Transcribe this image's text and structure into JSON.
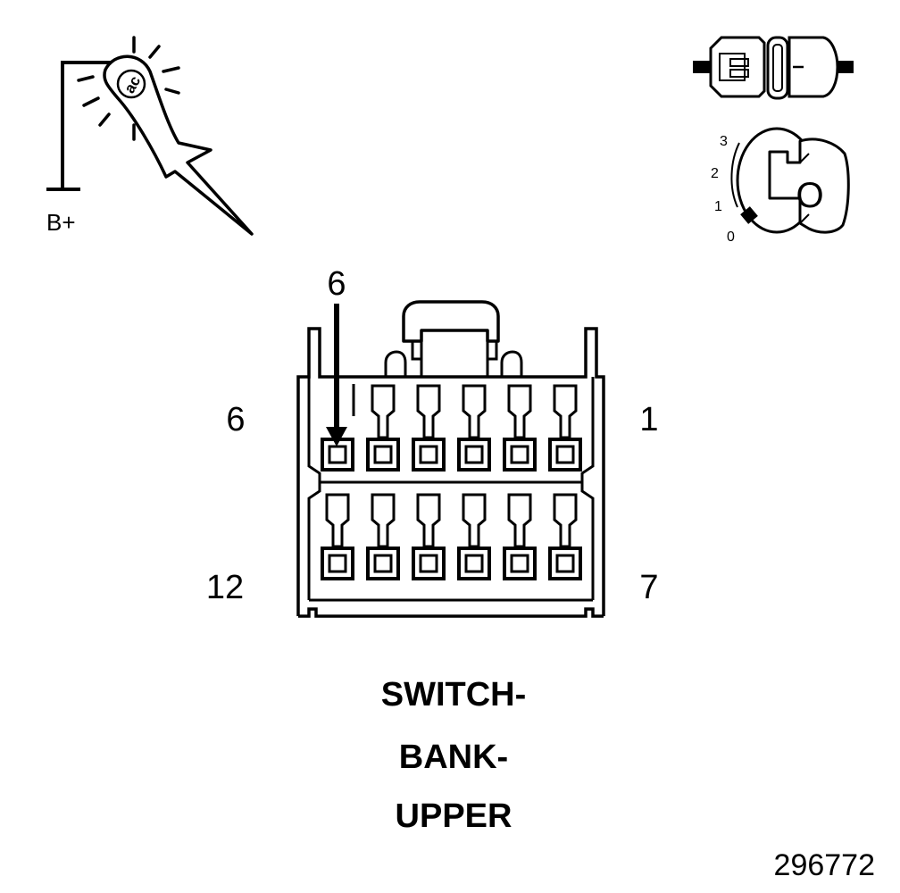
{
  "probe": {
    "label": "B+",
    "logo_text": "ac"
  },
  "ignition": {
    "positions": [
      "3",
      "2",
      "1",
      "0"
    ],
    "key_letter": "O"
  },
  "connector": {
    "arrow_label": "6",
    "pin_labels": {
      "top_left": "6",
      "top_right": "1",
      "bottom_left": "12",
      "bottom_right": "7"
    },
    "rows": 2,
    "cavities_per_row": 6
  },
  "title": {
    "lines": [
      "SWITCH-",
      "BANK-",
      "UPPER"
    ]
  },
  "figure_number": "296772"
}
